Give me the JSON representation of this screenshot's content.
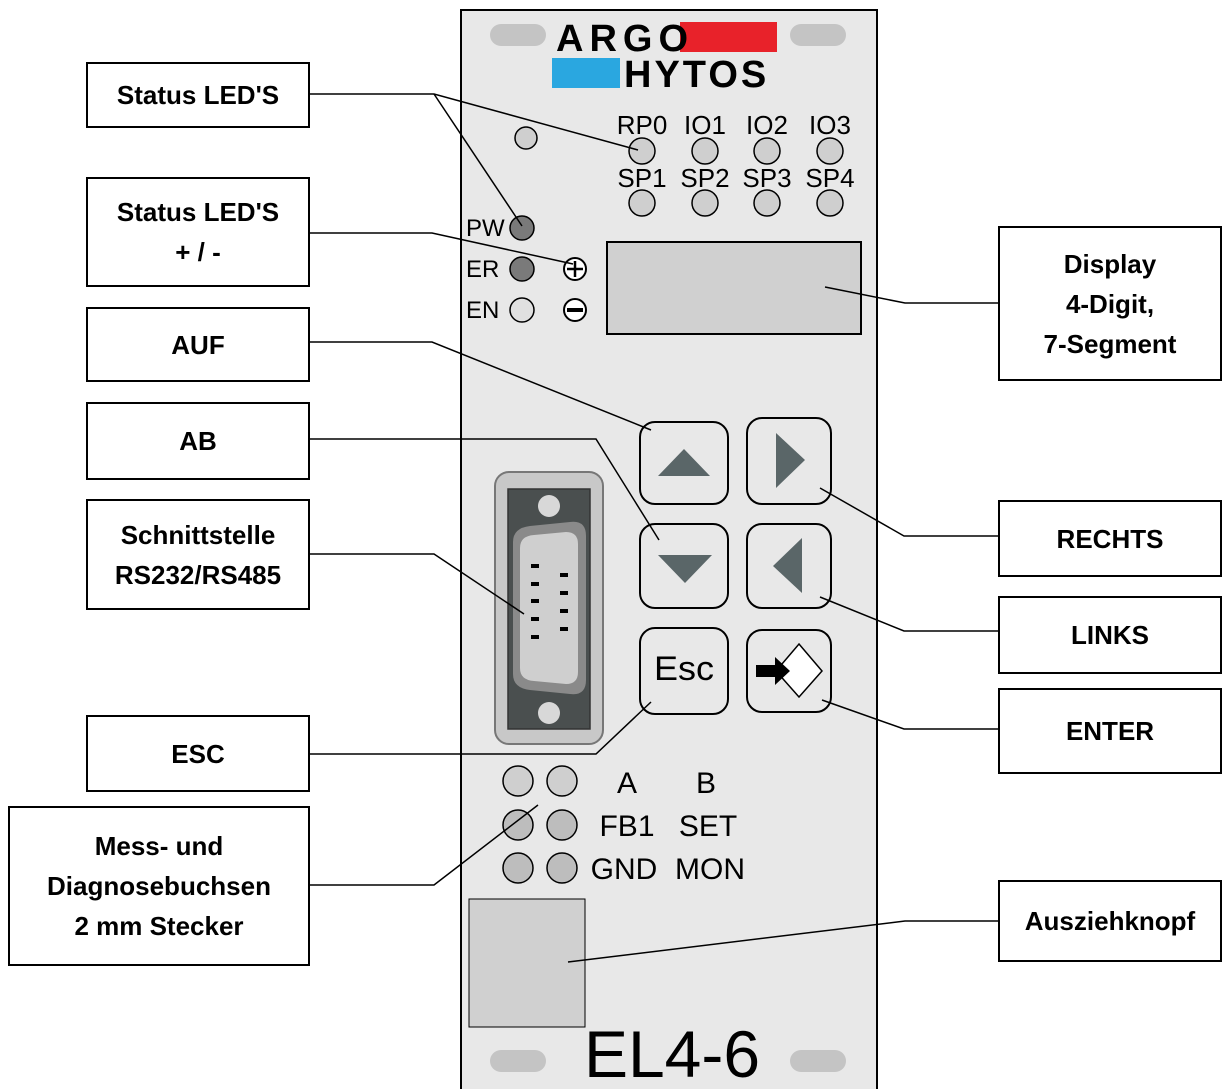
{
  "device": {
    "logo_line1": "ARGO",
    "logo_line2": "HYTOS",
    "model": "EL4-6",
    "colors": {
      "panel": "#e8e8e8",
      "logo_red": "#e8222a",
      "logo_blue": "#2aa7e0",
      "led": "#cfcfcf",
      "led_dark": "#7a7a7a",
      "arrow": "#5a6668"
    },
    "top_leds": [
      "RP0",
      "IO1",
      "IO2",
      "IO3"
    ],
    "bottom_leds": [
      "SP1",
      "SP2",
      "SP3",
      "SP4"
    ],
    "status_leds": [
      "PW",
      "ER",
      "EN"
    ],
    "esc_key": "Esc",
    "sockets": [
      [
        "A",
        "B"
      ],
      [
        "FB1",
        "SET"
      ],
      [
        "GND",
        "MON"
      ]
    ]
  },
  "callouts": {
    "status_leds": [
      "Status LED'S"
    ],
    "status_pm": [
      "Status LED'S",
      "+ / -"
    ],
    "auf": [
      "AUF"
    ],
    "ab": [
      "AB"
    ],
    "schnittstelle": [
      "Schnittstelle",
      "RS232/RS485"
    ],
    "esc": [
      "ESC"
    ],
    "mess": [
      "Mess- und",
      "Diagnosebuchsen",
      "2 mm Stecker"
    ],
    "display": [
      "Display",
      "4-Digit,",
      "7-Segment"
    ],
    "rechts": [
      "RECHTS"
    ],
    "links": [
      "LINKS"
    ],
    "enter": [
      "ENTER"
    ],
    "auszieh": [
      "Ausziehknopf"
    ]
  }
}
